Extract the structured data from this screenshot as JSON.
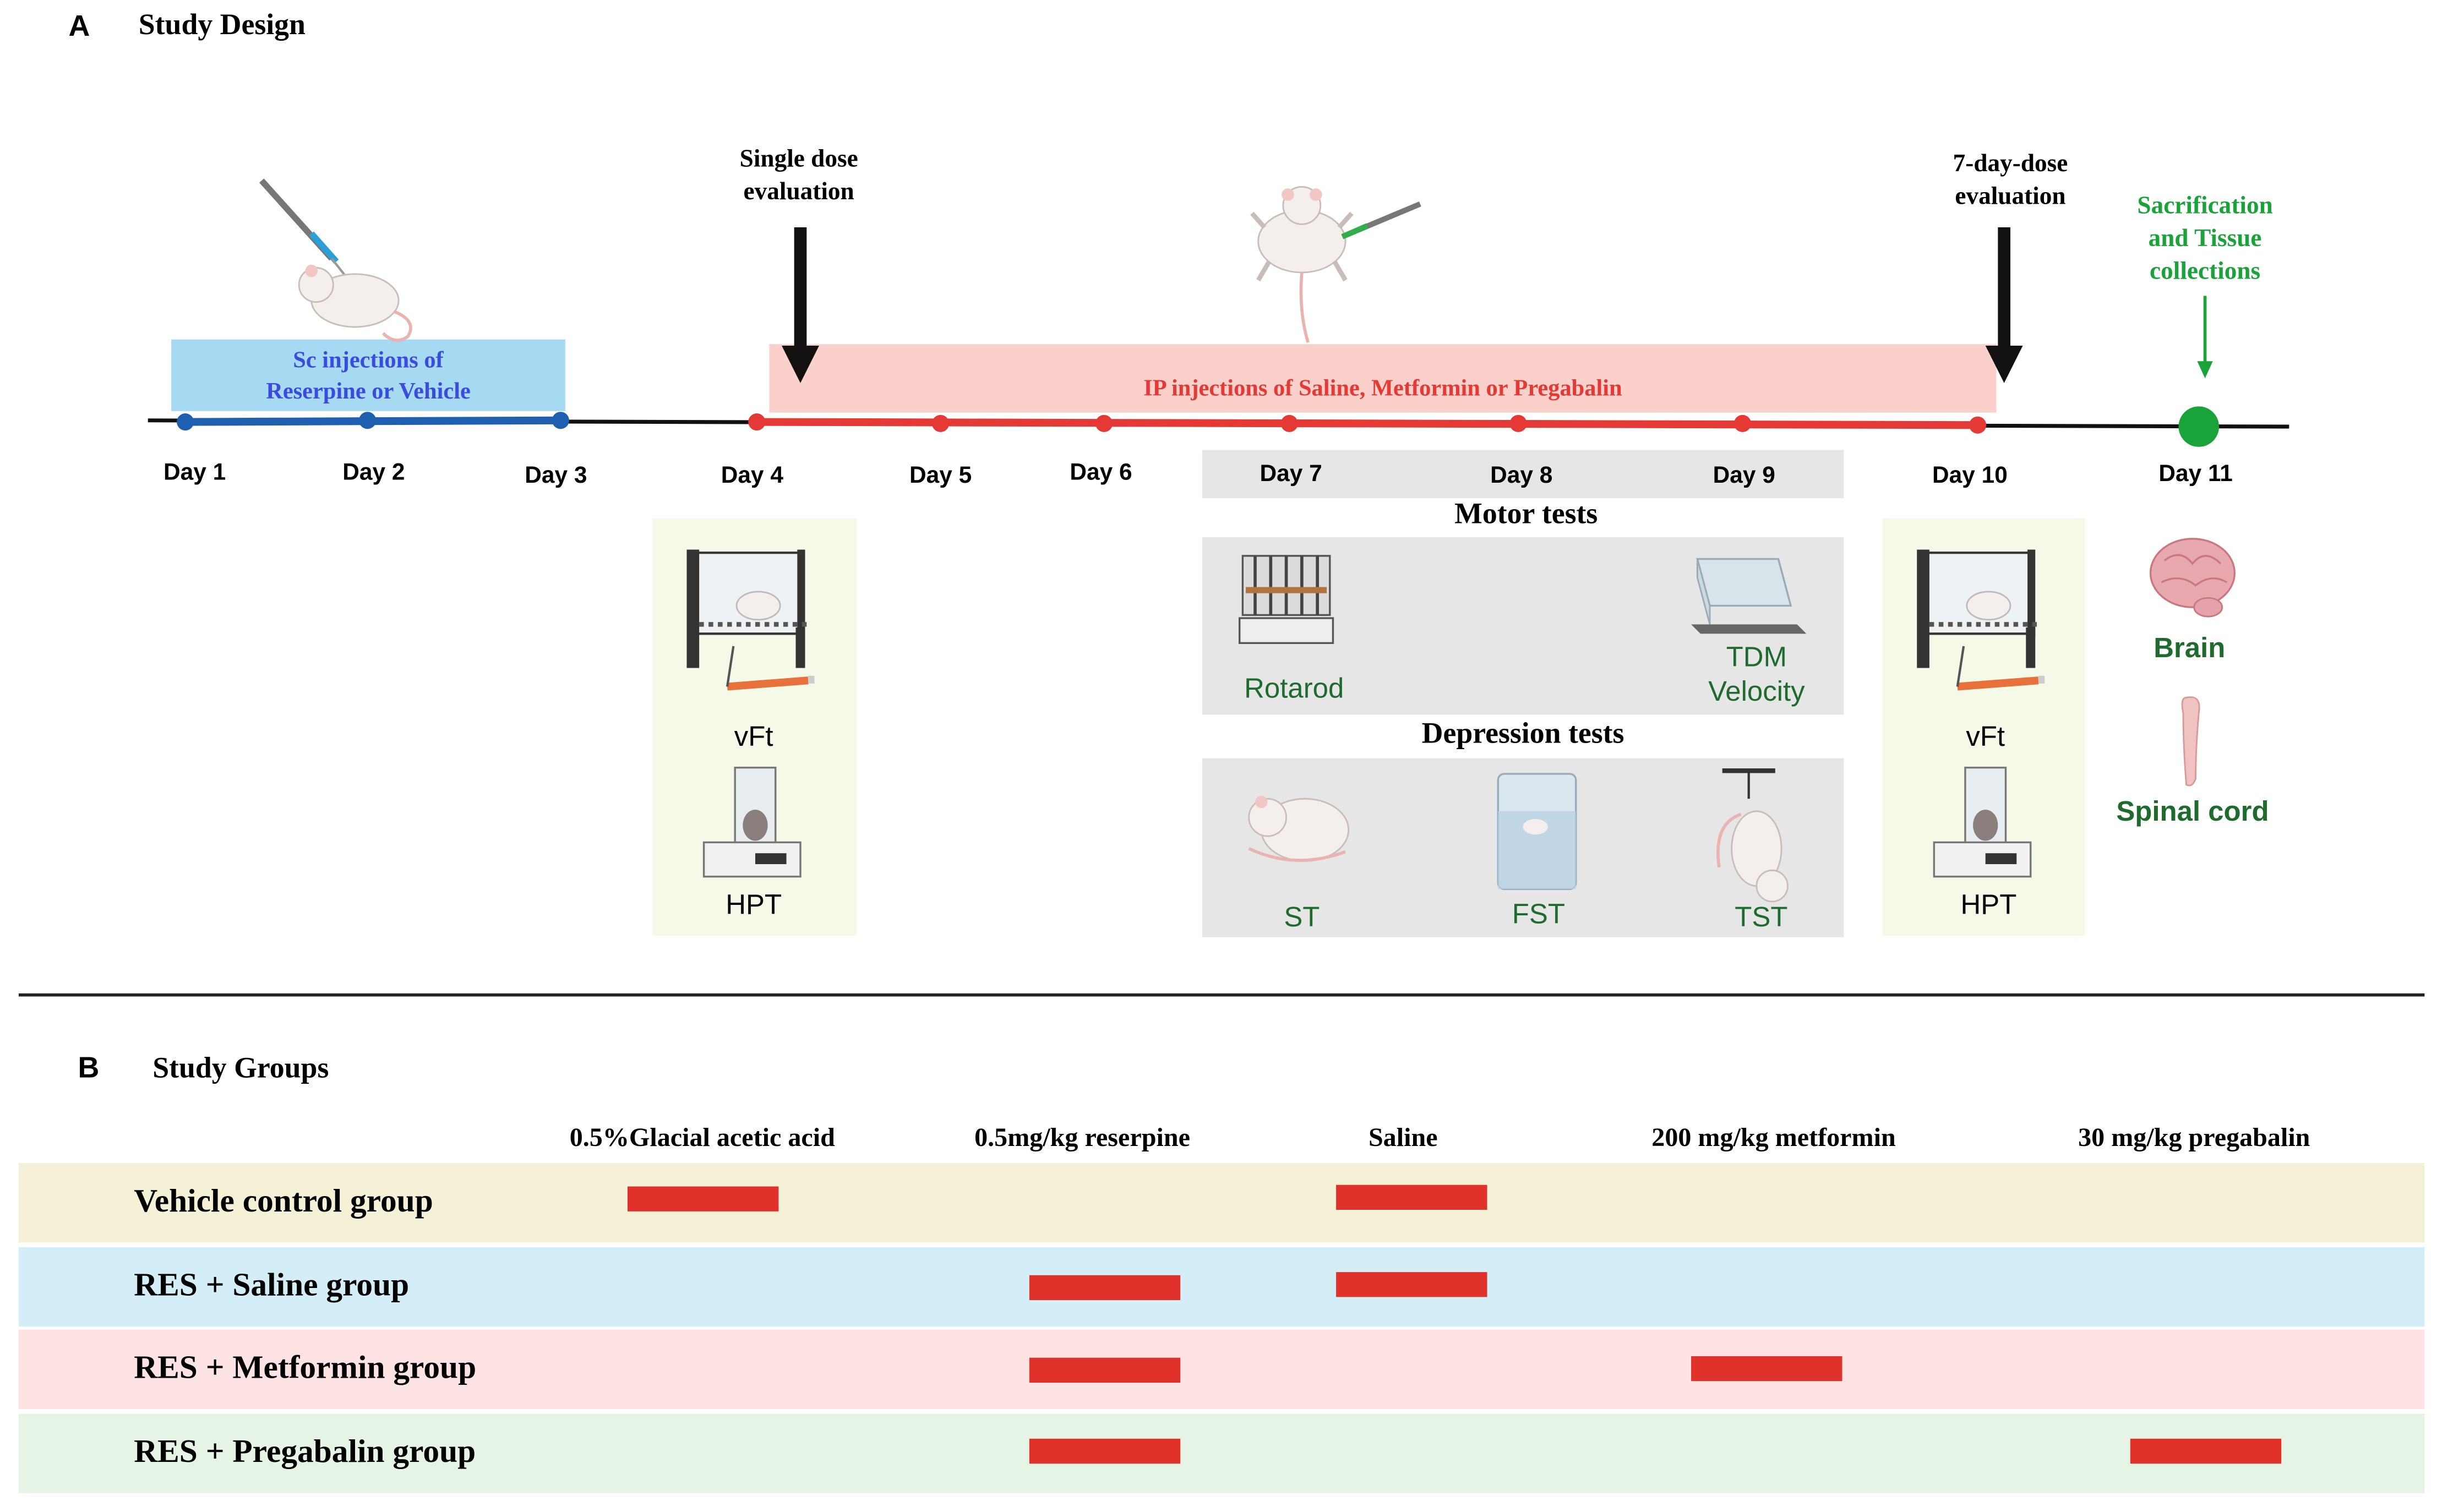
{
  "panel_a": {
    "letter": "A",
    "title": "Study Design",
    "days": [
      "Day 1",
      "Day 2",
      "Day 3",
      "Day 4",
      "Day 5",
      "Day 6",
      "Day 7",
      "Day 8",
      "Day 9",
      "Day 10",
      "Day 11"
    ],
    "sc_band": {
      "line1": "Sc injections of",
      "line2": "Reserpine or Vehicle"
    },
    "ip_band": "IP injections of Saline, Metformin or Pregabalin",
    "single_dose": {
      "line1": "Single dose",
      "line2": "evaluation"
    },
    "seven_day_dose": {
      "line1": "7-day-dose",
      "line2": "evaluation"
    },
    "sacrifice": {
      "line1": "Sacrification",
      "line2": "and Tissue",
      "line3": "collections"
    },
    "motor_tests_title": "Motor  tests",
    "depression_tests_title": "Depression  tests",
    "tests": {
      "vft": "vFt",
      "hpt": "HPT",
      "rotarod": "Rotarod",
      "tdm_line1": "TDM",
      "tdm_line2": "Velocity",
      "st": "ST",
      "fst": "FST",
      "tst": "TST",
      "brain": "Brain",
      "spinal_cord": "Spinal cord"
    },
    "colors": {
      "sc": "#1f5fb0",
      "ip": "#e53935",
      "sacrifice": "#1aa33a"
    }
  },
  "panel_b": {
    "letter": "B",
    "title": "Study Groups",
    "columns": [
      "0.5%Glacial acetic acid",
      "0.5mg/kg reserpine",
      "Saline",
      "200 mg/kg metformin",
      "30 mg/kg pregabalin"
    ],
    "groups": [
      {
        "name": "Vehicle control group",
        "color": "#f4f1d6",
        "treatments": [
          "0.5%Glacial acetic acid",
          "Saline"
        ]
      },
      {
        "name": "RES + Saline group",
        "color": "#d3eef6",
        "treatments": [
          "0.5mg/kg reserpine",
          "Saline"
        ]
      },
      {
        "name": "RES + Metformin group",
        "color": "#fde3e3",
        "treatments": [
          "0.5mg/kg reserpine",
          "200 mg/kg metformin"
        ]
      },
      {
        "name": "RES + Pregabalin group",
        "color": "#e6f4e6",
        "treatments": [
          "0.5mg/kg reserpine",
          "30 mg/kg pregabalin"
        ]
      }
    ]
  }
}
